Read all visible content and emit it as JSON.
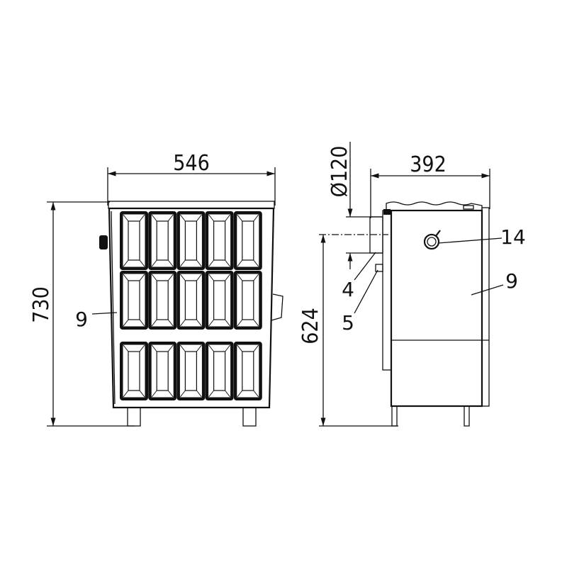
{
  "front_view": {
    "width_dimension": "546",
    "height_dimension": "730",
    "callout_panel": "9",
    "tile_rows": 3,
    "tile_columns": 5
  },
  "side_view": {
    "depth_dimension": "392",
    "flue_diameter": "Ø120",
    "flue_height_dimension": "624",
    "callout_knob": "14",
    "callout_panel": "9",
    "callout_flue": "4",
    "callout_connector": "5"
  }
}
